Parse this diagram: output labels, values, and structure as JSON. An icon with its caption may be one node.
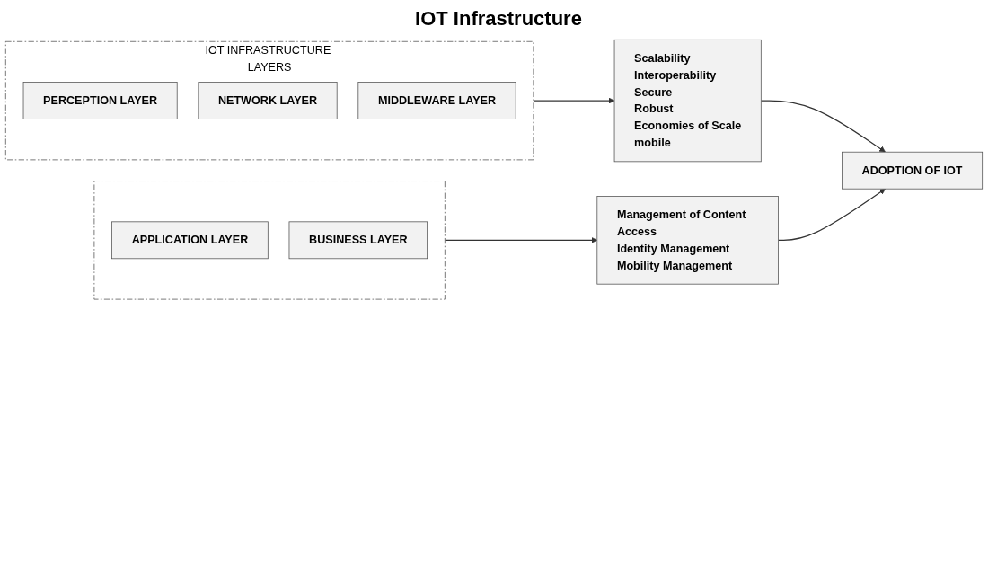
{
  "diagram": {
    "title": "IOT Infrastructure",
    "nodes": [
      {
        "text": [
          "IOT INFRASTRUCTURE LAYERS"
        ]
      },
      {
        "text": [
          "PERCEPTION LAYER"
        ],
        "in": 0
      },
      {
        "text": [
          "NETWORK LAYER"
        ],
        "in": 0
      },
      {
        "text": [
          "MIDDLEWARE LAYER"
        ],
        "in": 0
      },
      {
        "text": [],
        "shape": "box"
      },
      {
        "text": [
          "APPLICATION LAYER"
        ],
        "in": 4
      },
      {
        "text": [
          "BUSINESS LAYER"
        ],
        "in": 4
      },
      {
        "text": [
          "Scalability",
          "Interoperability",
          "Secure",
          "Robust",
          "Economies of Scale",
          "mobile"
        ]
      },
      {
        "text": [
          "Management of Content Access",
          "Identity Management",
          "Mobility Management"
        ]
      },
      {
        "text": [
          "ADOPTION OF IOT"
        ]
      }
    ],
    "edges": [
      {
        "from": 0,
        "to": 7,
        "arrow": "to"
      },
      {
        "from": 4,
        "to": 8,
        "arrow": "to"
      },
      {
        "from": 7,
        "to": 9,
        "arrow": "to"
      },
      {
        "from": 8,
        "to": 9,
        "arrow": "to"
      }
    ]
  }
}
